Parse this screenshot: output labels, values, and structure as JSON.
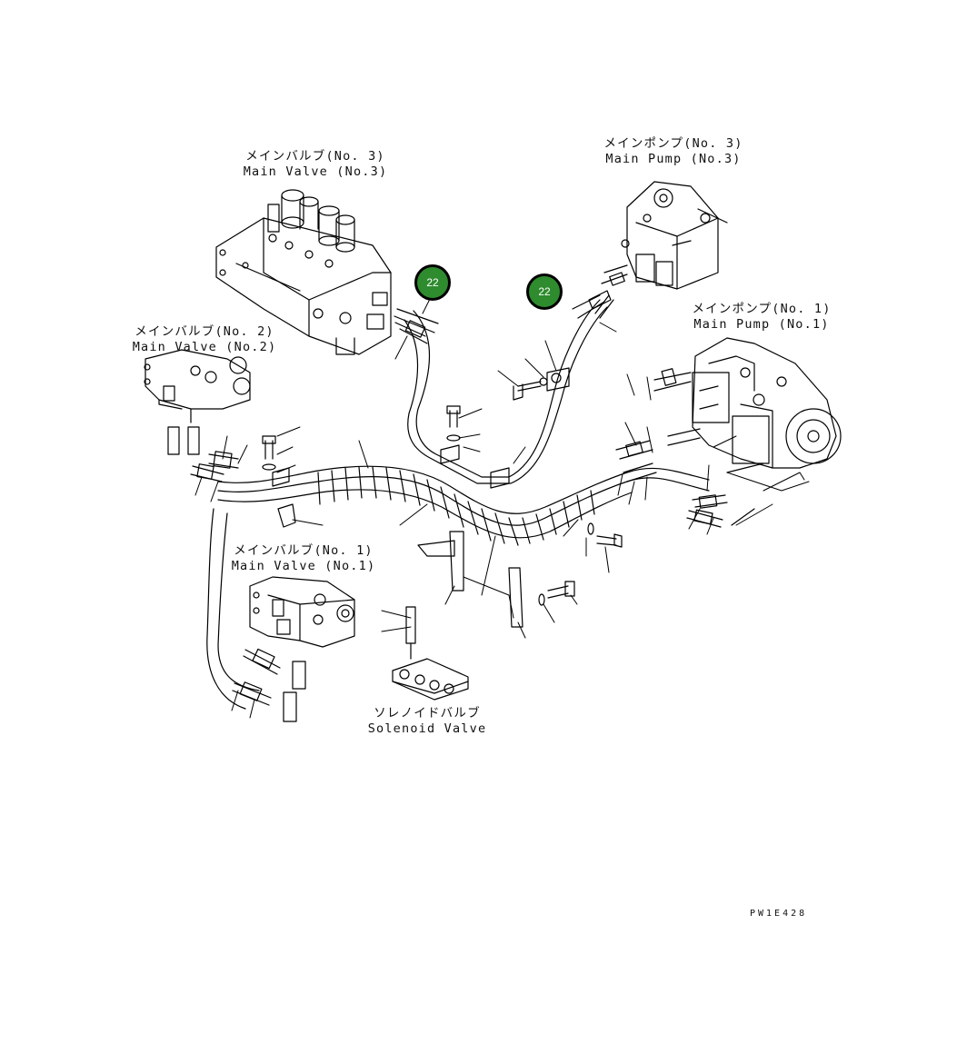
{
  "labels": {
    "main_valve_3": {
      "jp": "メインバルブ(No. 3)",
      "en": "Main Valve (No.3)"
    },
    "main_pump_3": {
      "jp": "メインポンプ(No. 3)",
      "en": "Main Pump (No.3)"
    },
    "main_valve_2": {
      "jp": "メインバルブ(No. 2)",
      "en": "Main Valve (No.2)"
    },
    "main_pump_1": {
      "jp": "メインポンプ(No. 1)",
      "en": "Main Pump (No.1)"
    },
    "main_valve_1": {
      "jp": "メインバルブ(No. 1)",
      "en": "Main Valve (No.1)"
    },
    "solenoid_valve": {
      "jp": "ソレノイドバルブ",
      "en": "Solenoid Valve"
    }
  },
  "callouts": [
    {
      "number": "22"
    },
    {
      "number": "22"
    }
  ],
  "drawing_code": "PW1E428",
  "colors": {
    "callout_fill": "#2e8b2e",
    "line": "#000000",
    "background": "#ffffff"
  }
}
